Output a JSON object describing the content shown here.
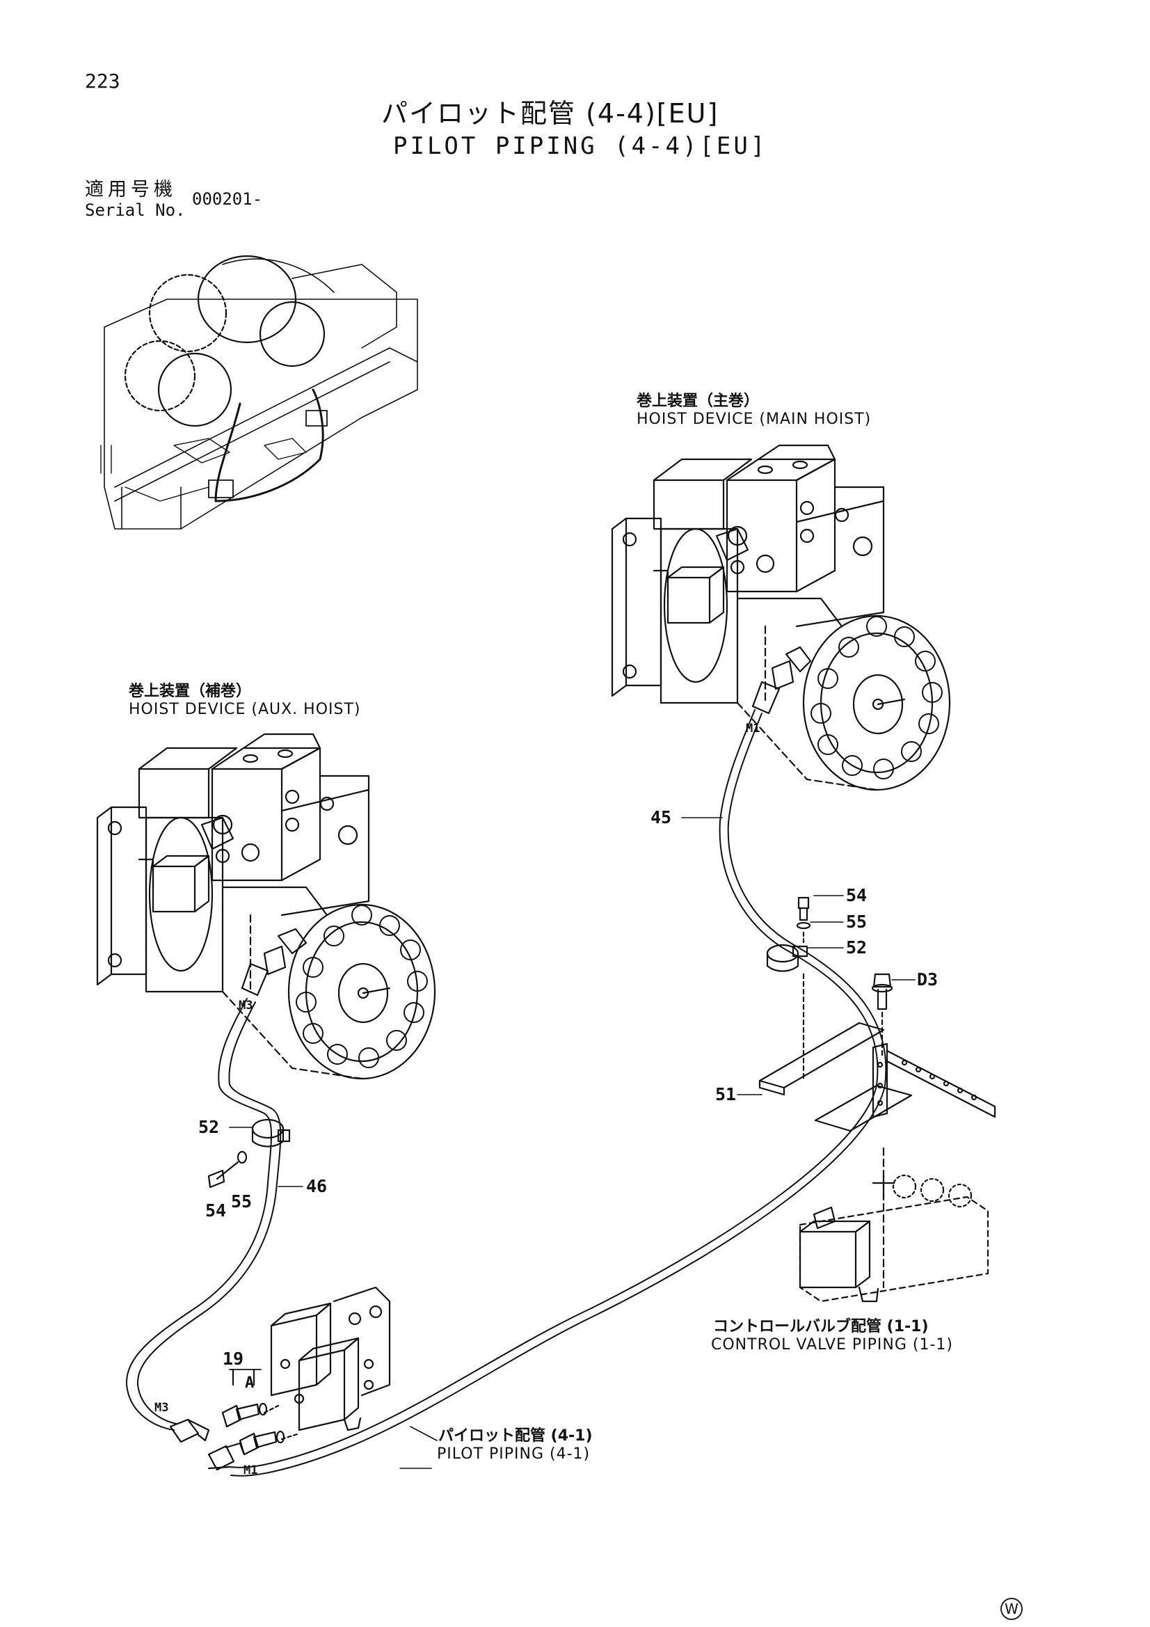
{
  "page_number": "223",
  "title_jp": "パイロット配管 (4-4)[EU]",
  "title_en": "PILOT PIPING (4-4)[EU]",
  "serial": {
    "label_jp": "適用号機",
    "label_en": "Serial No.",
    "value": "000201-"
  },
  "labels": {
    "main_hoist_jp": "巻上装置（主巻）",
    "main_hoist_en": "HOIST DEVICE (MAIN HOIST)",
    "aux_hoist_jp": "巻上装置（補巻）",
    "aux_hoist_en": "HOIST DEVICE (AUX. HOIST)",
    "control_valve_jp": "コントロールバルブ配管 (1-1)",
    "control_valve_en": "CONTROL VALVE PIPING (1-1)",
    "pilot_41_jp": "パイロット配管 (4-1)",
    "pilot_41_en": "PILOT PIPING (4-1)"
  },
  "parts": {
    "p45": "45",
    "p54a": "54",
    "p55a": "55",
    "p52a": "52",
    "d03": "D3",
    "p51": "51",
    "p52b": "52",
    "p46": "46",
    "p54b": "54",
    "p55b": "55",
    "p19": "19"
  },
  "ports": {
    "m1_top": "M1",
    "m3_top": "M3",
    "m3_bottom": "M3",
    "m1_bottom": "M1",
    "view_a": "A"
  },
  "watermark": "W"
}
